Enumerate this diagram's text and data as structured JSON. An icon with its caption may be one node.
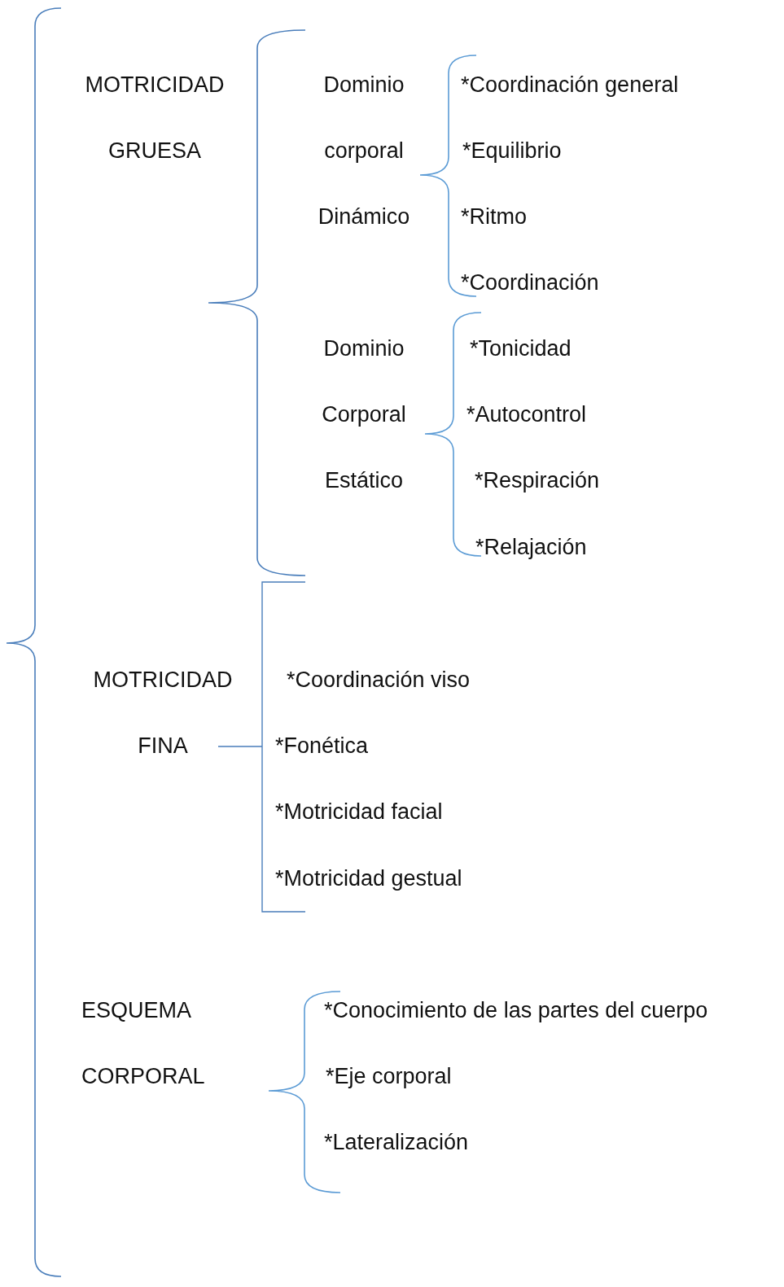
{
  "diagram": {
    "labels": [
      "MOTRICIDAD GRUESA",
      "Dominio corporal Dinámico",
      "*Coordinación general",
      "*Equilibrio",
      "*Ritmo",
      "*Coordinación",
      "Dominio Corporal Estático",
      "*Tonicidad",
      "*Autocontrol",
      "*Respiración",
      "*Relajación",
      "MOTRICIDAD FINA",
      "*Coordinación viso",
      "*Fonética",
      "*Motricidad facial",
      "*Motricidad gestual",
      "ESQUEMA CORPORAL",
      "*Conocimiento de las partes del cuerpo",
      "*Eje corporal",
      "*Lateralización"
    ]
  }
}
